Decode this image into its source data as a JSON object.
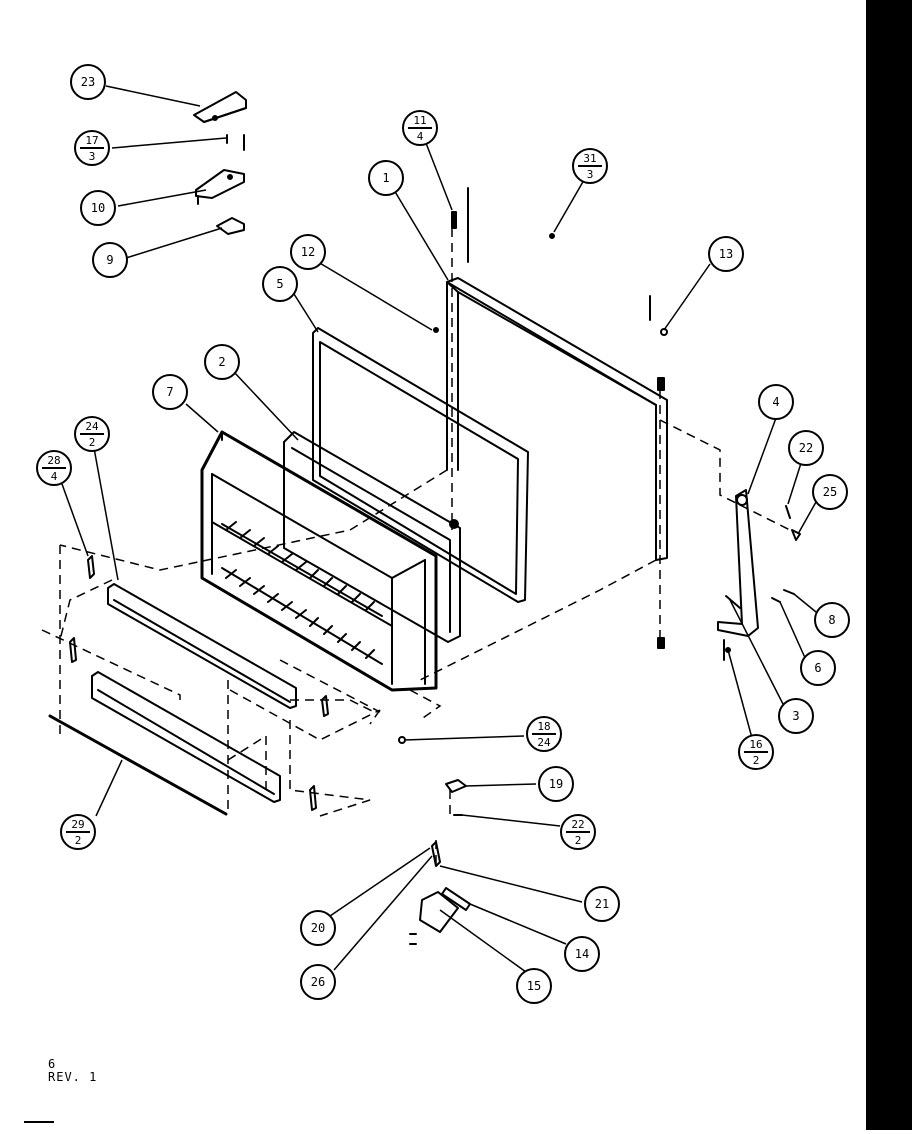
{
  "page": {
    "number": "6",
    "revision": "REV. 1"
  },
  "callouts": [
    {
      "label": "23"
    },
    {
      "label": "17",
      "sub": "3"
    },
    {
      "label": "10"
    },
    {
      "label": "9"
    },
    {
      "label": "11",
      "sub": "4"
    },
    {
      "label": "1"
    },
    {
      "label": "31",
      "sub": "3"
    },
    {
      "label": "12"
    },
    {
      "label": "13"
    },
    {
      "label": "5"
    },
    {
      "label": "2"
    },
    {
      "label": "7"
    },
    {
      "label": "24",
      "sub": "2"
    },
    {
      "label": "28",
      "sub": "4"
    },
    {
      "label": "4"
    },
    {
      "label": "22"
    },
    {
      "label": "25"
    },
    {
      "label": "8"
    },
    {
      "label": "6"
    },
    {
      "label": "3"
    },
    {
      "label": "16",
      "sub": "2"
    },
    {
      "label": "18",
      "sub": "24"
    },
    {
      "label": "19"
    },
    {
      "label": "22",
      "sub": "2"
    },
    {
      "label": "29",
      "sub": "2"
    },
    {
      "label": "21"
    },
    {
      "label": "20"
    },
    {
      "label": "14"
    },
    {
      "label": "26"
    },
    {
      "label": "15"
    }
  ],
  "colors": {
    "ink": "#000000",
    "paper": "#ffffff"
  }
}
